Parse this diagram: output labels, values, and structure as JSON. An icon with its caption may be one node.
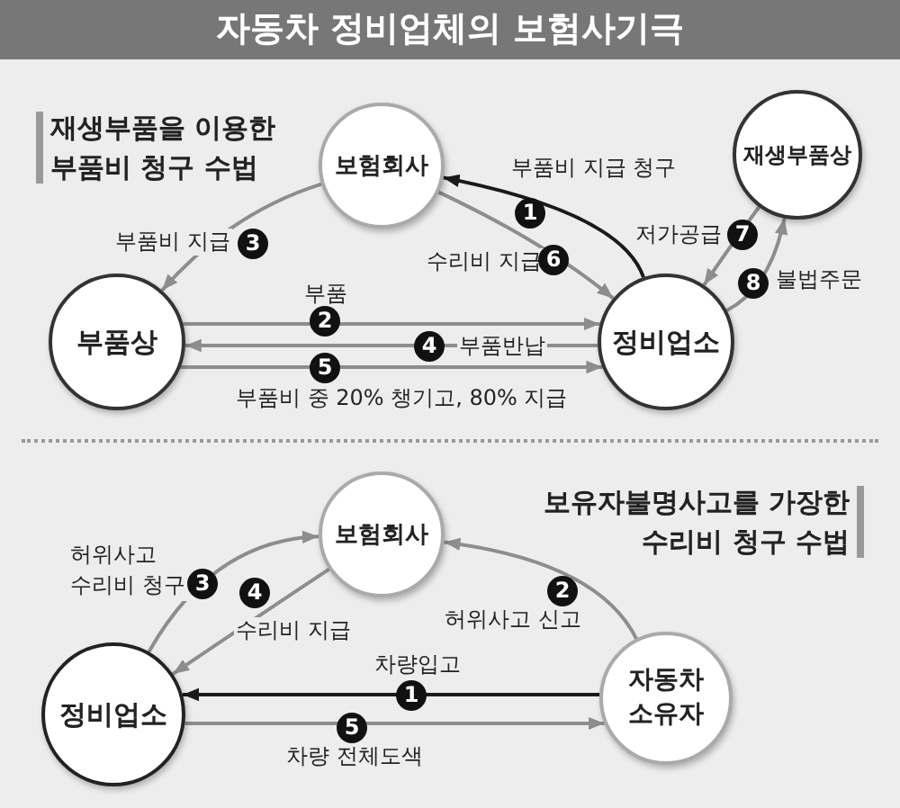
{
  "diagram": {
    "title": "자동차 정비업체의 보험사기극",
    "nodes": [
      {
        "text": [
          "보험회사"
        ]
      },
      {
        "text": [
          "재생부품상"
        ]
      },
      {
        "text": [
          "부품상"
        ]
      },
      {
        "text": [
          "정비업소"
        ]
      },
      {
        "text": [
          "보험회사"
        ]
      },
      {
        "text": [
          "정비업소"
        ]
      },
      {
        "text": [
          "자동차 소유자"
        ]
      }
    ],
    "edges": [
      {
        "from": 3,
        "to": 0,
        "arrow": "to",
        "label": "부품비 지급 청구",
        "color": "#1a1a1a"
      },
      {
        "from": 2,
        "to": 3,
        "arrow": "to",
        "label": "부품"
      },
      {
        "from": 0,
        "to": 2,
        "arrow": "to",
        "label": "부품비 지급"
      },
      {
        "from": 3,
        "to": 2,
        "arrow": "to",
        "label": "부품반납"
      },
      {
        "from": 2,
        "to": 3,
        "arrow": "to",
        "label": "부품비 중 20% 챙기고, 80% 지급"
      },
      {
        "from": 0,
        "to": 3,
        "arrow": "to",
        "label": "수리비 지급"
      },
      {
        "from": 1,
        "to": 3,
        "arrow": "to",
        "label": "저가공급"
      },
      {
        "from": 3,
        "to": 1,
        "arrow": "to",
        "label": "불법주문"
      },
      {
        "from": 6,
        "to": 5,
        "arrow": "to",
        "label": "차량입고",
        "color": "#1a1a1a"
      },
      {
        "from": 6,
        "to": 4,
        "arrow": "to",
        "label": "허위사고 신고"
      },
      {
        "from": 5,
        "to": 4,
        "arrow": "to",
        "label": "허위사고 수리비 청구"
      },
      {
        "from": 4,
        "to": 5,
        "arrow": "to",
        "label": "수리비 지급"
      },
      {
        "from": 5,
        "to": 6,
        "arrow": "to",
        "label": "차량 전체도색"
      }
    ],
    "labels": [
      "재생부품을 이용한 부품비 청구 수법",
      "1",
      "2",
      "3",
      "4",
      "5",
      "6",
      "7",
      "8",
      "보유자불명사고를 가장한 수리비 청구 수법",
      "1",
      "2",
      "3",
      "4",
      "5"
    ]
  }
}
